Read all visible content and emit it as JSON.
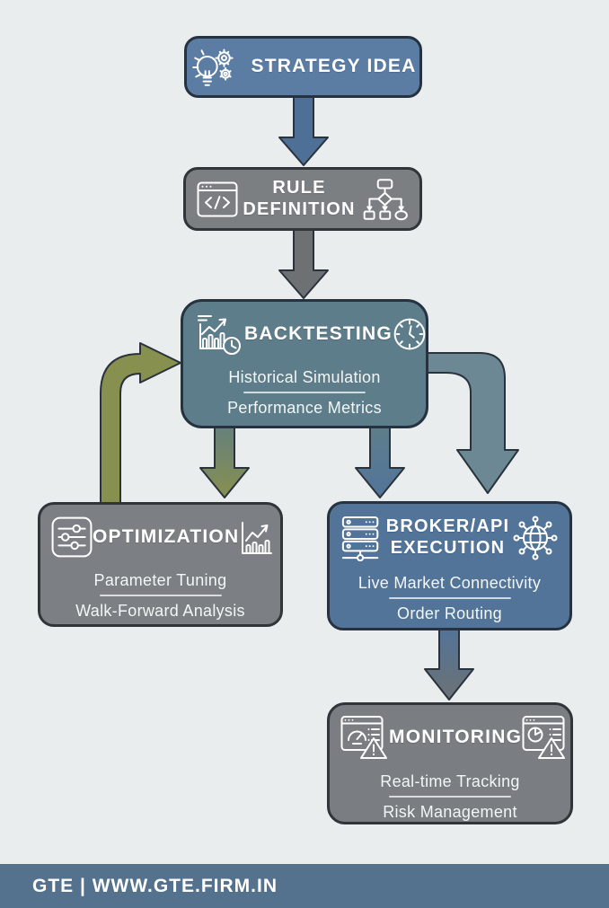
{
  "colors": {
    "background": "#e9edee",
    "box_strategy": "#5b7da4",
    "box_rule": "#7b7f82",
    "box_backtesting": "#5e7d8a",
    "box_optimization": "#7c8084",
    "box_broker": "#527499",
    "box_monitoring": "#7a7d81",
    "footer_bg": "#54718e",
    "arrow_blue": "#4e6f96",
    "arrow_gray": "#6d7174",
    "arrow_teal": "#6b8894",
    "arrow_teal_dark": "#5e7e8c",
    "arrow_teal_muted": "#66807c",
    "arrow_olive": "#87904f",
    "arrow_blue_deep": "#527499",
    "arrow_outline": "#2a333b"
  },
  "nodes": {
    "strategy": {
      "title": "STRATEGY IDEA"
    },
    "rule": {
      "title": "RULE\nDEFINITION"
    },
    "backtesting": {
      "title": "BACKTESTING",
      "sub1": "Historical Simulation",
      "sub2": "Performance Metrics"
    },
    "optimization": {
      "title": "OPTIMIZATION",
      "sub1": "Parameter Tuning",
      "sub2": "Walk-Forward Analysis"
    },
    "broker": {
      "title": "BROKER/API\nEXECUTION",
      "sub1": "Live Market Connectivity",
      "sub2": "Order Routing"
    },
    "monitoring": {
      "title": "MONITORING",
      "sub1": "Real-time Tracking",
      "sub2": "Risk Management"
    }
  },
  "icons": {
    "strategy_left": "lightbulb-gears",
    "rule_left": "code-window",
    "rule_right": "flowchart",
    "backtesting_left": "bar-chart-trend-clock",
    "backtesting_right": "clock",
    "optimization_left": "sliders",
    "optimization_right": "bar-chart-growth",
    "broker_left": "server-stack",
    "broker_right": "globe-network",
    "monitoring_left": "window-gauge-alert",
    "monitoring_right": "window-pie-alert"
  },
  "footer": {
    "text": "GTE | WWW.GTE.FIRM.IN"
  }
}
